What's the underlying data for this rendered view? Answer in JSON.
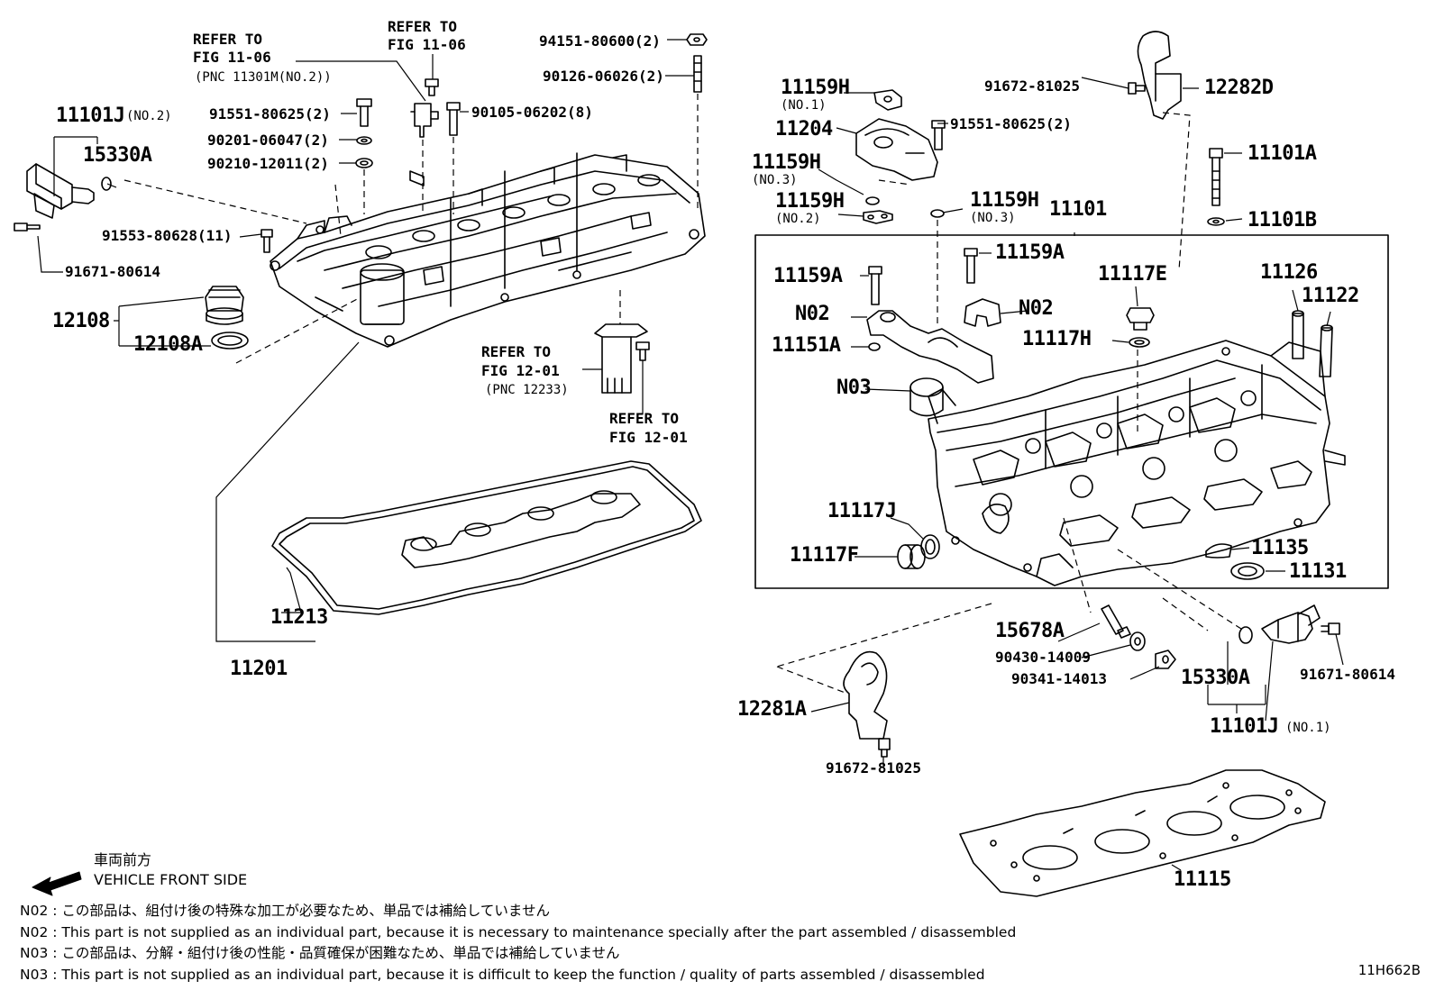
{
  "labels": {
    "l11101J_no2": "11101J",
    "no2_tag": "(NO.2)",
    "l15330A_top": "15330A",
    "l91553": "91553-80628(11)",
    "l91671_left": "91671-80614",
    "l12108": "12108",
    "l12108A": "12108A",
    "refer_1106a_line1": "REFER TO",
    "refer_1106a_line2": "FIG 11-06",
    "refer_1106a_line3": "(PNC 11301M(NO.2))",
    "refer_1106b_line1": "REFER TO",
    "refer_1106b_line2": "FIG 11-06",
    "l91551_left": "91551-80625(2)",
    "l90201": "90201-06047(2)",
    "l90210": "90210-12011(2)",
    "l90105": "90105-06202(8)",
    "l94151": "94151-80600(2)",
    "l90126": "90126-06026(2)",
    "refer_1201a_line1": "REFER TO",
    "refer_1201a_line2": "FIG 12-01",
    "refer_1201a_line3": "(PNC 12233)",
    "refer_1201b_line1": "REFER TO",
    "refer_1201b_line2": "FIG 12-01",
    "l11213": "11213",
    "l11201": "11201",
    "l11159H_no1": "11159H",
    "no1_tag": "(NO.1)",
    "l11204": "11204",
    "l91551_right": "91551-80625(2)",
    "l11159H_no3a": "11159H",
    "no3_tag_a": "(NO.3)",
    "l11159H_no2": "11159H",
    "no2_tag_b": "(NO.2)",
    "l11159H_no3b": "11159H",
    "no3_tag_b": "(NO.3)",
    "l91672_top": "91672-81025",
    "l12282D": "12282D",
    "l11101A": "11101A",
    "l11101B": "11101B",
    "l11101": "11101",
    "l11159A_a": "11159A",
    "l11159A_b": "11159A",
    "l11117E": "11117E",
    "l11126": "11126",
    "l11122": "11122",
    "lN02_a": "N02",
    "lN02_b": "N02",
    "l11151A": "11151A",
    "l11117H": "11117H",
    "lN03": "N03",
    "l11117J": "11117J",
    "l11117F": "11117F",
    "l11135": "11135",
    "l11131": "11131",
    "l15678A": "15678A",
    "l90430": "90430-14009",
    "l90341": "90341-14013",
    "l15330A_bot": "15330A",
    "l91671_right": "91671-80614",
    "l11101J_no1": "11101J",
    "no1_tag_b": "(NO.1)",
    "l12281A": "12281A",
    "l91672_bot": "91672-81025",
    "l11115": "11115"
  },
  "front": {
    "jp": "車両前方",
    "en": "VEHICLE FRONT SIDE"
  },
  "notes": [
    "N02 : この部品は、組付け後の特殊な加工が必要なため、単品では補給していません",
    "N02 : This part is not supplied as an individual part, because it is necessary to maintenance specially after the part assembled / disassembled",
    "N03 : この部品は、分解・組付け後の性能・品質確保が困難なため、単品では補給していません",
    "N03 : This part is not supplied as an individual part, because it is difficult to keep the function / quality of parts  assembled / disassembled"
  ],
  "figure_code": "11H662B"
}
